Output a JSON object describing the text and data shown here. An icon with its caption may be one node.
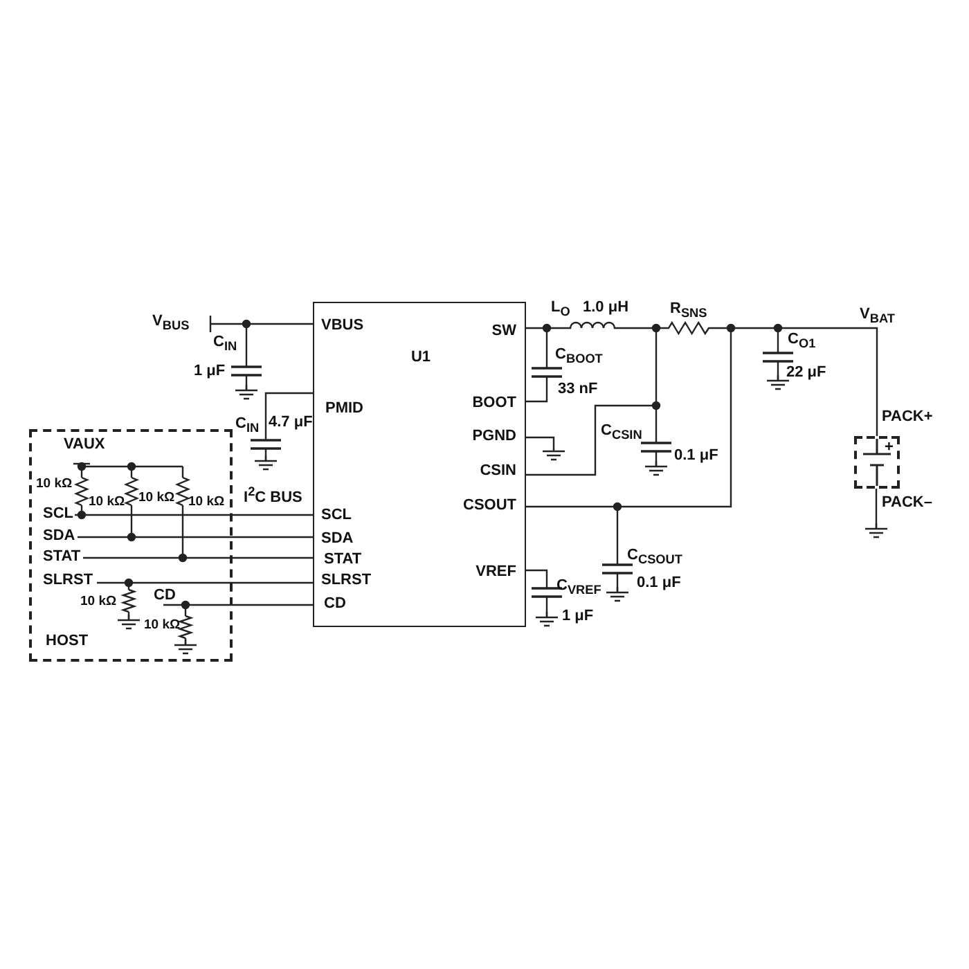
{
  "diagram": {
    "nodes": [
      {
        "text": [
          "VBUS",
          "SW",
          "U1",
          "PMID",
          "BOOT",
          "PGND",
          "CSIN",
          "CSOUT",
          "SCL",
          "SDA",
          "STAT",
          "VREF",
          "SLRST",
          "CD"
        ]
      },
      {
        "text": [
          "HOST"
        ]
      },
      {
        "text": [
          "+"
        ],
        "beside": [
          "PACK+",
          "PACK–"
        ]
      }
    ],
    "edges": [
      {
        "from": 0,
        "to": 2,
        "arrow": "none"
      },
      {
        "from": 1,
        "to": 0,
        "arrow": "none"
      },
      {
        "from": 1,
        "to": 0,
        "arrow": "none"
      },
      {
        "from": 1,
        "to": 0,
        "arrow": "none"
      },
      {
        "from": 1,
        "to": 0,
        "arrow": "none"
      },
      {
        "from": 1,
        "to": 0,
        "arrow": "none"
      }
    ],
    "labels": [
      "V$_{BUS}$",
      "C$_{IN}$",
      "1 μF",
      "C$_{IN}$",
      "4.7 μF",
      "I$^{2}$C BUS",
      "L$_{O}$",
      "1.0 μH",
      "R$_{SNS}$",
      "V$_{BAT}$",
      "C$_{BOOT}$",
      "33 nF",
      "C$_{O1}$",
      "22 μF",
      "C$_{CSIN}$",
      "0.1 μF",
      "C$_{CSOUT}$",
      "C$_{VREF}$",
      "0.1 μF",
      "1 μF",
      "VAUX",
      "10 kΩ",
      "10 kΩ",
      "10 kΩ",
      "10 kΩ",
      "SCL",
      "SDA",
      "STAT",
      "SLRST",
      "10 kΩ",
      "CD",
      "10 kΩ"
    ]
  }
}
